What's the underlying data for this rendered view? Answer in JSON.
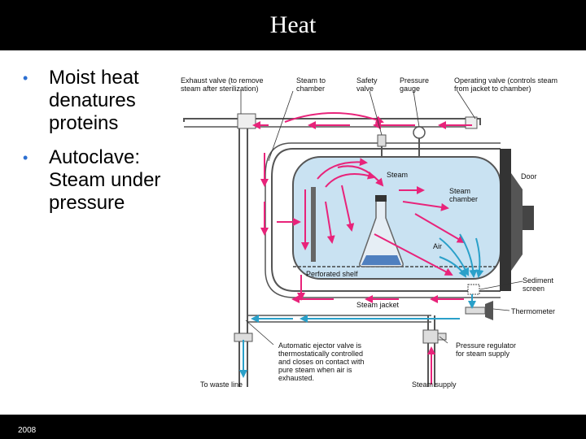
{
  "slide": {
    "title": "Heat",
    "footer_year": "2008"
  },
  "bullets": [
    {
      "text": "Moist heat denatures proteins"
    },
    {
      "text": "Autoclave: Steam under pressure"
    }
  ],
  "diagram": {
    "labels": {
      "exhaust_valve": [
        "Exhaust valve (to remove",
        "steam after sterilization)"
      ],
      "steam_to_chamber": [
        "Steam to",
        "chamber"
      ],
      "safety_valve": [
        "Safety",
        "valve"
      ],
      "pressure_gauge": [
        "Pressure",
        "gauge"
      ],
      "operating_valve": [
        "Operating valve (controls steam",
        "from jacket to chamber)"
      ],
      "steam": [
        "Steam"
      ],
      "steam_chamber": [
        "Steam",
        "chamber"
      ],
      "door": [
        "Door"
      ],
      "air": [
        "Air"
      ],
      "perforated_shelf": [
        "Perforated shelf"
      ],
      "sediment_screen": [
        "Sediment",
        "screen"
      ],
      "steam_jacket": [
        "Steam jacket"
      ],
      "thermometer": [
        "Thermometer"
      ],
      "ejector_valve": [
        "Automatic ejector valve is",
        "thermostatically controlled",
        "and closes on contact with",
        "pure steam when air is",
        "exhausted."
      ],
      "pressure_regulator": [
        "Pressure regulator",
        "for steam supply"
      ],
      "waste_line": [
        "To waste line"
      ],
      "steam_supply": [
        "Steam supply"
      ]
    },
    "colors": {
      "steam": "#e8237a",
      "air": "#2aa0c9",
      "chamber": "#c9e2f2",
      "pipe": "#555555",
      "bullet": "#2c6fd1"
    }
  }
}
